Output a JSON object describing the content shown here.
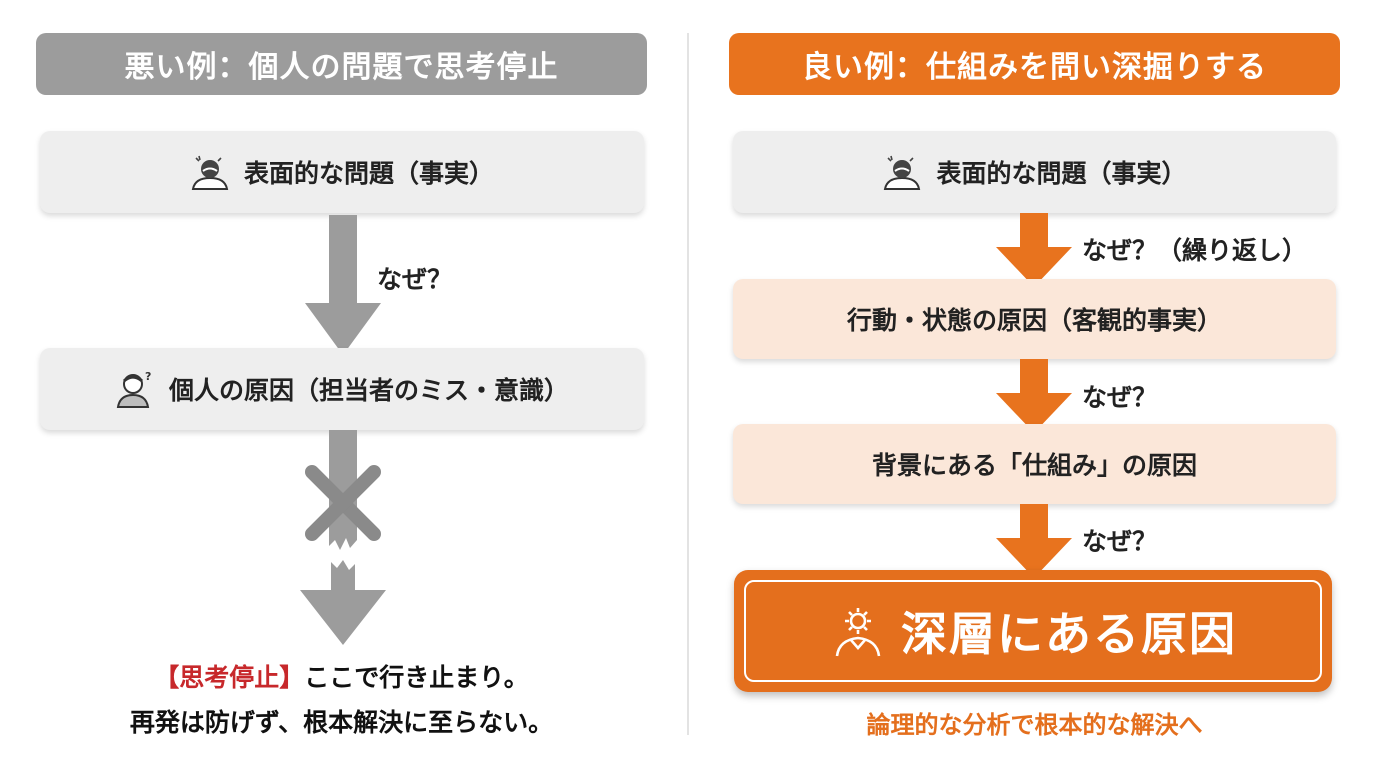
{
  "left": {
    "header": "悪い例：個人の問題で思考停止",
    "box1": "表面的な問題（事実）",
    "why": "なぜ？",
    "box2": "個人の原因（担当者のミス・意識）",
    "stop_tag": "【思考停止】",
    "stop_line1_rest": "ここで行き止まり。",
    "stop_line2": "再発は防げず、根本解決に至らない。"
  },
  "right": {
    "header": "良い例：仕組みを問い深掘りする",
    "box1": "表面的な問題（事実）",
    "why1": "なぜ？（繰り返し）",
    "box2": "行動・状態の原因（客観的事実）",
    "why2": "なぜ？",
    "box3": "背景にある「仕組み」の原因",
    "why3": "なぜ？",
    "result": "深層にある原因",
    "summary": "論理的な分析で根本的な解決へ"
  },
  "colors": {
    "bad_gray": "#9c9c9c",
    "good_orange": "#e8731e",
    "peach": "#fbe7d9",
    "stop_red": "#c7282b"
  },
  "icons": {
    "problem": "worried-person-icon",
    "individual": "confused-person-icon",
    "blocked": "cross-mark-icon",
    "deep_cause": "gear-person-icon"
  }
}
